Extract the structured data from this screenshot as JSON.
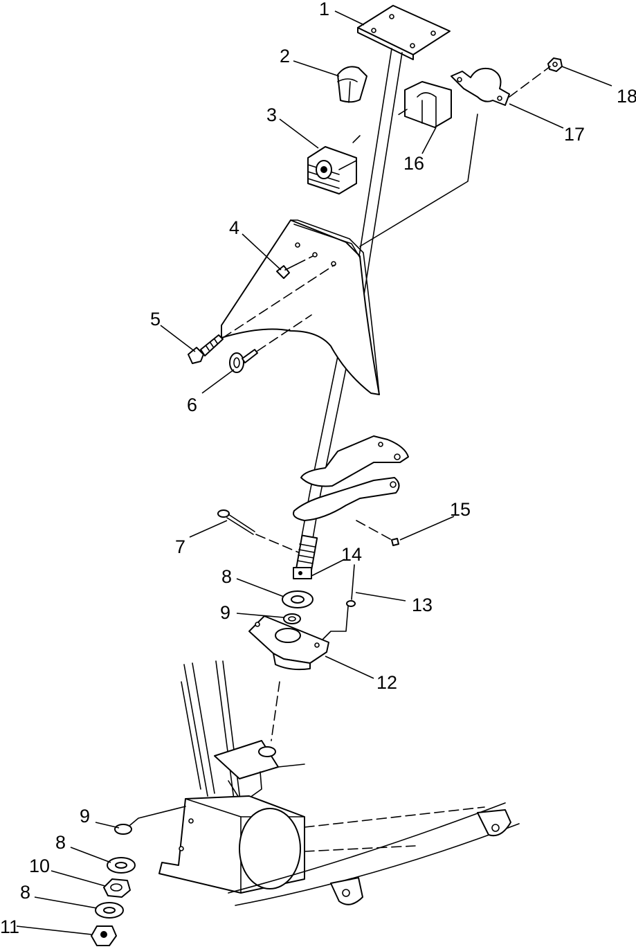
{
  "diagram": {
    "callouts": [
      {
        "id": "c1",
        "text": "1"
      },
      {
        "id": "c2",
        "text": "2"
      },
      {
        "id": "c3",
        "text": "3"
      },
      {
        "id": "c4",
        "text": "4"
      },
      {
        "id": "c5",
        "text": "5"
      },
      {
        "id": "c6",
        "text": "6"
      },
      {
        "id": "c7",
        "text": "7"
      },
      {
        "id": "c8a",
        "text": "8"
      },
      {
        "id": "c9a",
        "text": "9"
      },
      {
        "id": "c12",
        "text": "12"
      },
      {
        "id": "c13",
        "text": "13"
      },
      {
        "id": "c14",
        "text": "14"
      },
      {
        "id": "c15",
        "text": "15"
      },
      {
        "id": "c16",
        "text": "16"
      },
      {
        "id": "c17",
        "text": "17"
      },
      {
        "id": "c18",
        "text": "18"
      },
      {
        "id": "c9b",
        "text": "9"
      },
      {
        "id": "c8b",
        "text": "8"
      },
      {
        "id": "c10",
        "text": "10"
      },
      {
        "id": "c8c",
        "text": "8"
      },
      {
        "id": "c11",
        "text": "11"
      }
    ]
  }
}
